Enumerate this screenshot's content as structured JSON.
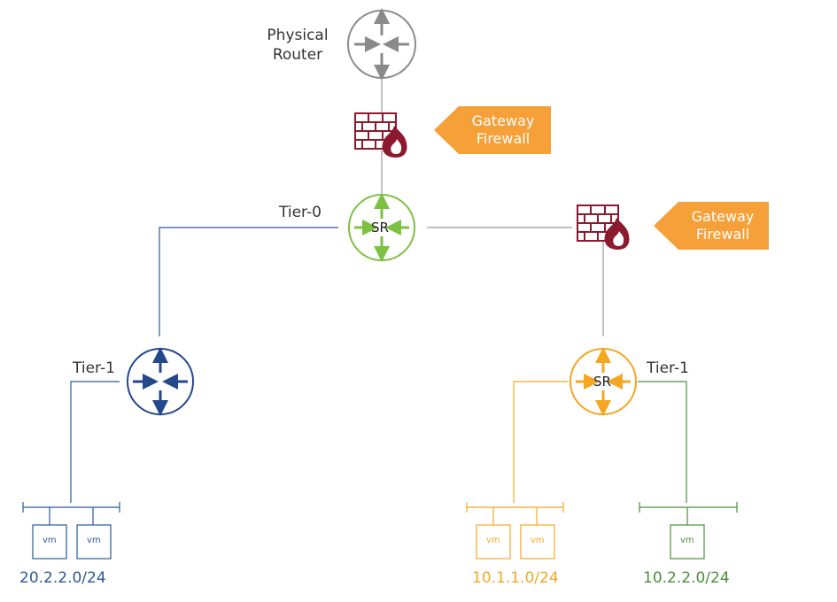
{
  "router": {
    "label_line1": "Physical",
    "label_line2": "Router"
  },
  "tier0": {
    "label": "Tier-0",
    "sr_label": "SR"
  },
  "tier1_left": {
    "label": "Tier-1"
  },
  "tier1_right": {
    "label": "Tier-1",
    "sr_label": "SR"
  },
  "firewall_top": {
    "line1": "Gateway",
    "line2": "Firewall"
  },
  "firewall_right": {
    "line1": "Gateway",
    "line2": "Firewall"
  },
  "segments": [
    {
      "subnet": "20.2.2.0/24",
      "vms": [
        "vm",
        "vm"
      ],
      "color": "#2b5a9b"
    },
    {
      "subnet": "10.1.1.0/24",
      "vms": [
        "vm",
        "vm"
      ],
      "color": "#f5a623"
    },
    {
      "subnet": "10.2.2.0/24",
      "vms": [
        "vm"
      ],
      "color": "#4a8f3a"
    }
  ],
  "colors": {
    "physical": "#8a8a8a",
    "tier0": "#7cc142",
    "tier1_left": "#23488c",
    "tier1_right": "#f5a623",
    "firewall": "#8b1a2e",
    "callout": "#f5a038"
  },
  "icons": [
    "router-icon",
    "firewall-icon",
    "callout-arrow"
  ]
}
